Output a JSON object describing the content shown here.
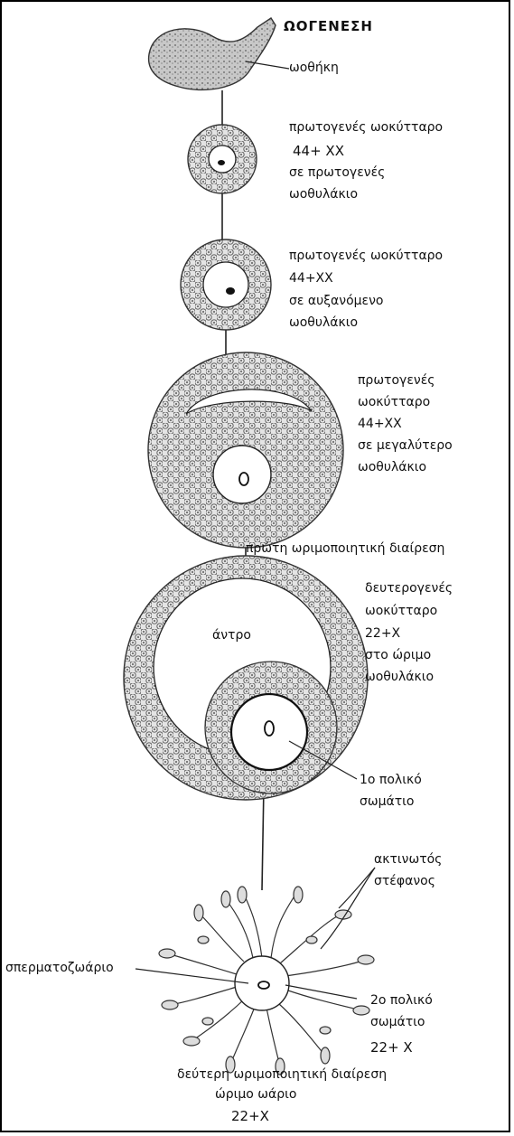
{
  "title": "ΩΟΓΕΝΕΣΗ",
  "labels": {
    "ovary": "ωοθήκη",
    "stage1": [
      "πρωτογενές ωοκύτταρο",
      "44+ XX",
      "σε πρωτογενές",
      "ωοθυλάκιο"
    ],
    "stage2": [
      "πρωτογενές ωοκύτταρο",
      "44+XX",
      "σε αυξανόμενο",
      "ωοθυλάκιο"
    ],
    "stage3": [
      "πρωτογενές",
      "ωοκύτταρο",
      "44+XX",
      "σε μεγαλύτερο",
      "ωοθυλάκιο"
    ],
    "first_division": "πρώτη ωριμοποιητική διαίρεση",
    "stage4": [
      "δευτερογενές",
      "ωοκύτταρο",
      "22+X",
      "στο ώριμο",
      "ωοθυλάκιο"
    ],
    "antrum": "άντρο",
    "polar_body_1": [
      "1ο πολικό",
      "σωμάτιο"
    ],
    "corona": [
      "ακτινωτός",
      "στέφανος"
    ],
    "sperm": "σπερματοζωάριο",
    "polar_body_2": [
      "2ο πολικό",
      "σωμάτιο",
      "22+ X"
    ],
    "second_division": "δεύτερη ωριμοποιητική διαίρεση",
    "mature_ovum": "ώριμο ωάριο",
    "final_genotype": "22+X"
  }
}
